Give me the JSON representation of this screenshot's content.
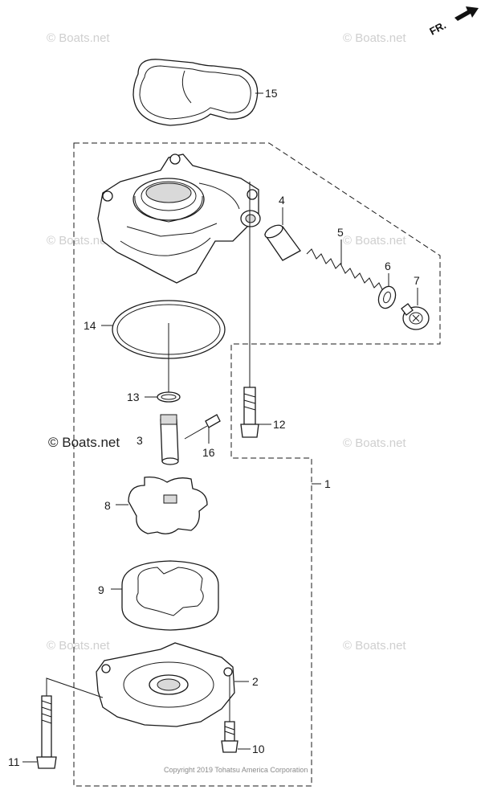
{
  "direction_label": "FR.",
  "watermarks": [
    "© Boats.net",
    "© Boats.net",
    "© Boats.net",
    "© Boats.net",
    "© Boats.net",
    "© Boats.net",
    "© Boats.net",
    "© Boats.net"
  ],
  "watermark_prominent": "© Boats.net",
  "copyright": "Copyright 2019 Tohatsu America Corporation",
  "callouts": [
    {
      "number": "15"
    },
    {
      "number": "4"
    },
    {
      "number": "5"
    },
    {
      "number": "6"
    },
    {
      "number": "7"
    },
    {
      "number": "14"
    },
    {
      "number": "13"
    },
    {
      "number": "12"
    },
    {
      "number": "3"
    },
    {
      "number": "16"
    },
    {
      "number": "1"
    },
    {
      "number": "8"
    },
    {
      "number": "9"
    },
    {
      "number": "2"
    },
    {
      "number": "10"
    },
    {
      "number": "11"
    }
  ]
}
